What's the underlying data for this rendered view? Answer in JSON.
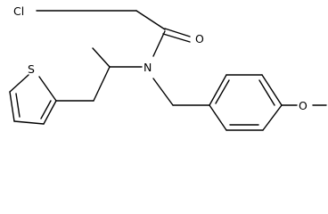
{
  "structure": {
    "atoms": {
      "chlorine": "Cl",
      "carbonyl_oxygen": "O",
      "amide_nitrogen": "N",
      "thiophene_sulfur": "S",
      "ether_oxygen": "O"
    }
  }
}
